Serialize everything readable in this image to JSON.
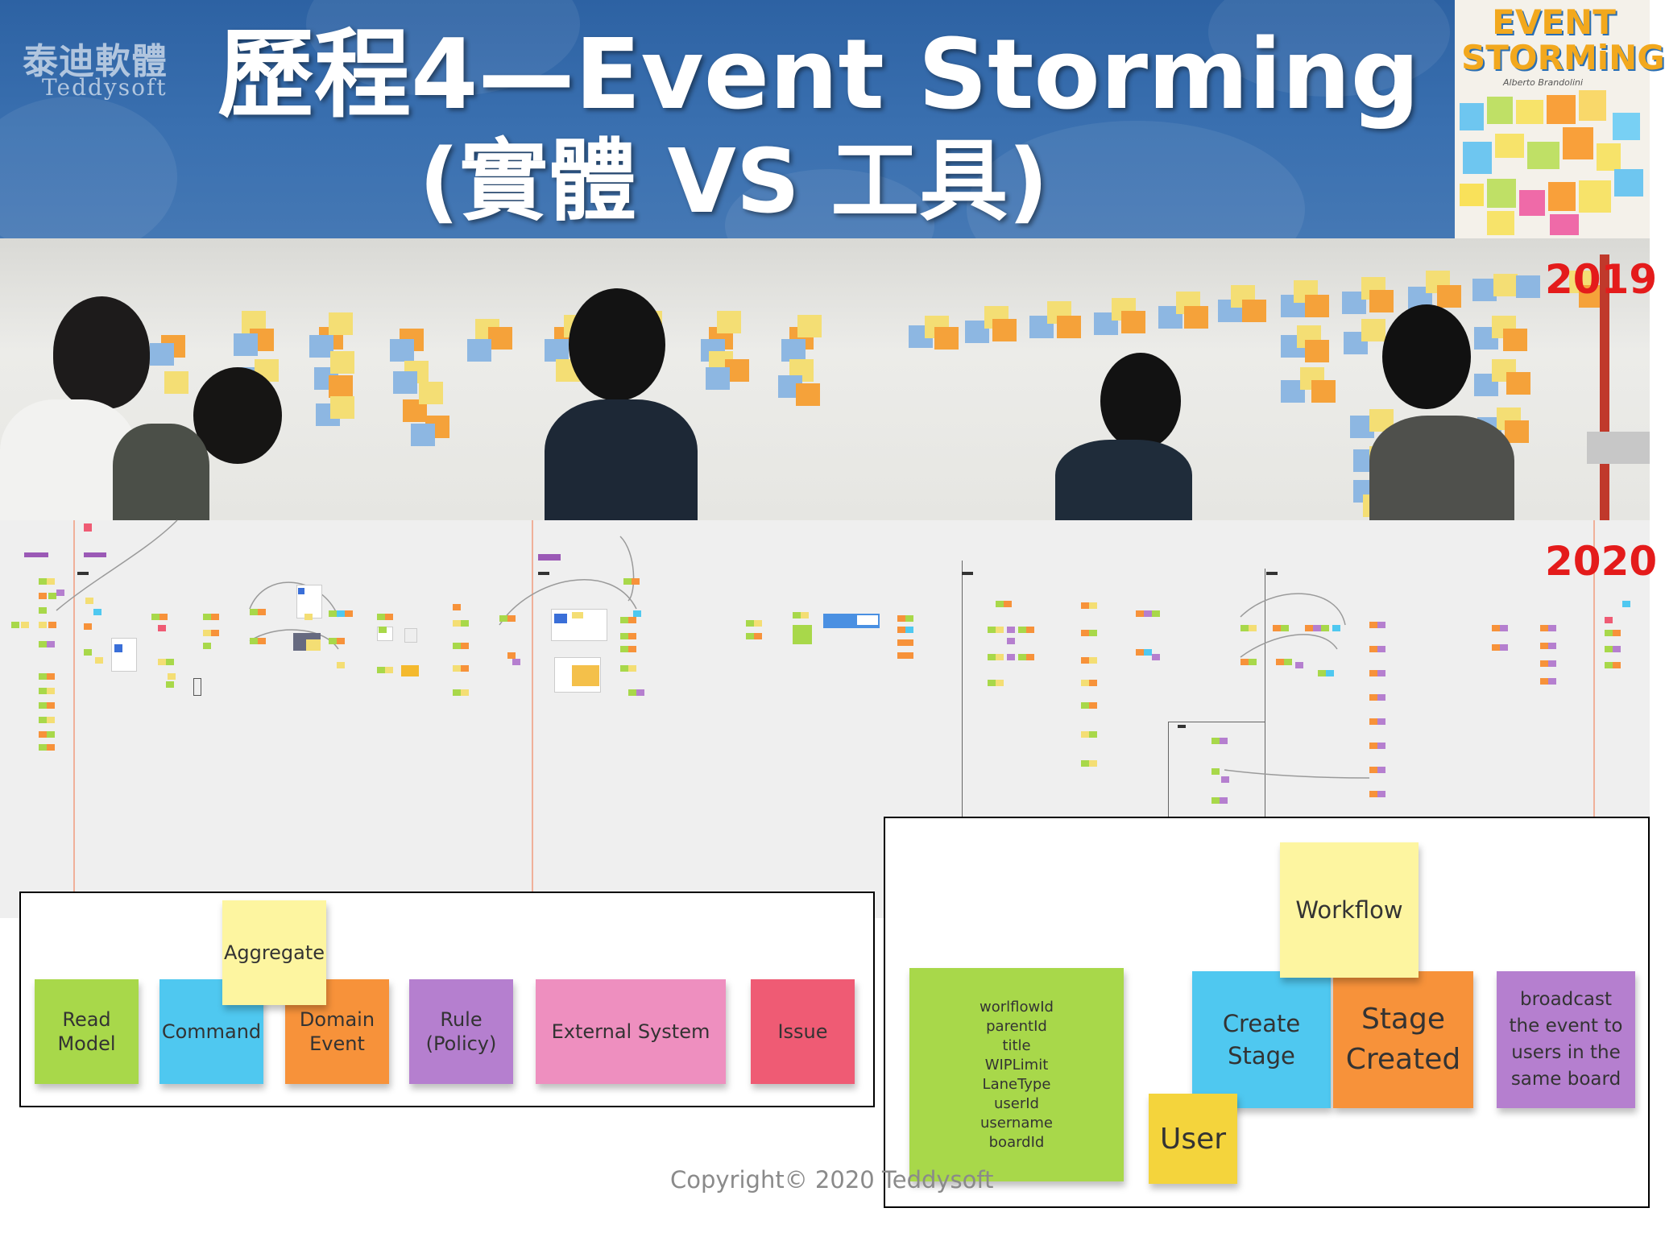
{
  "header": {
    "logo_cn": "泰迪軟體",
    "logo_en": "Teddysoft",
    "title_line1": "歷程4—Event Storming",
    "title_line2": "(實體 VS 工具)"
  },
  "book_cover": {
    "title_line1": "EVENT",
    "title_line2": "STORMiNG",
    "author": "Alberto Brandolini"
  },
  "photo": {
    "year_label": "2019"
  },
  "board": {
    "year_label": "2020"
  },
  "legend": {
    "read_model": "Read\nModel",
    "command": "Command",
    "aggregate": "Aggregate",
    "domain_event": "Domain\nEvent",
    "rule_policy": "Rule\n(Policy)",
    "external_system": "External System",
    "issue": "Issue",
    "colors": {
      "read_model": "#a8d84a",
      "command": "#4fc8f0",
      "aggregate": "#fdf5a0",
      "domain_event": "#f7923a",
      "rule_policy": "#b57fcf",
      "external_system": "#ee8fbf",
      "issue": "#ef5b74"
    }
  },
  "example": {
    "read_model_fields": [
      "worlflowId",
      "parentId",
      "title",
      "WIPLimit",
      "LaneType",
      "userId",
      "username",
      "boardId"
    ],
    "workflow": "Workflow",
    "create_stage": "Create\nStage",
    "stage_created": "Stage\nCreated",
    "policy": "broadcast\nthe event to\nusers in the\nsame board",
    "user": "User",
    "colors": {
      "user": "#f4d43c"
    }
  },
  "footer": {
    "copyright": "Copyright© 2020 Teddysoft"
  }
}
